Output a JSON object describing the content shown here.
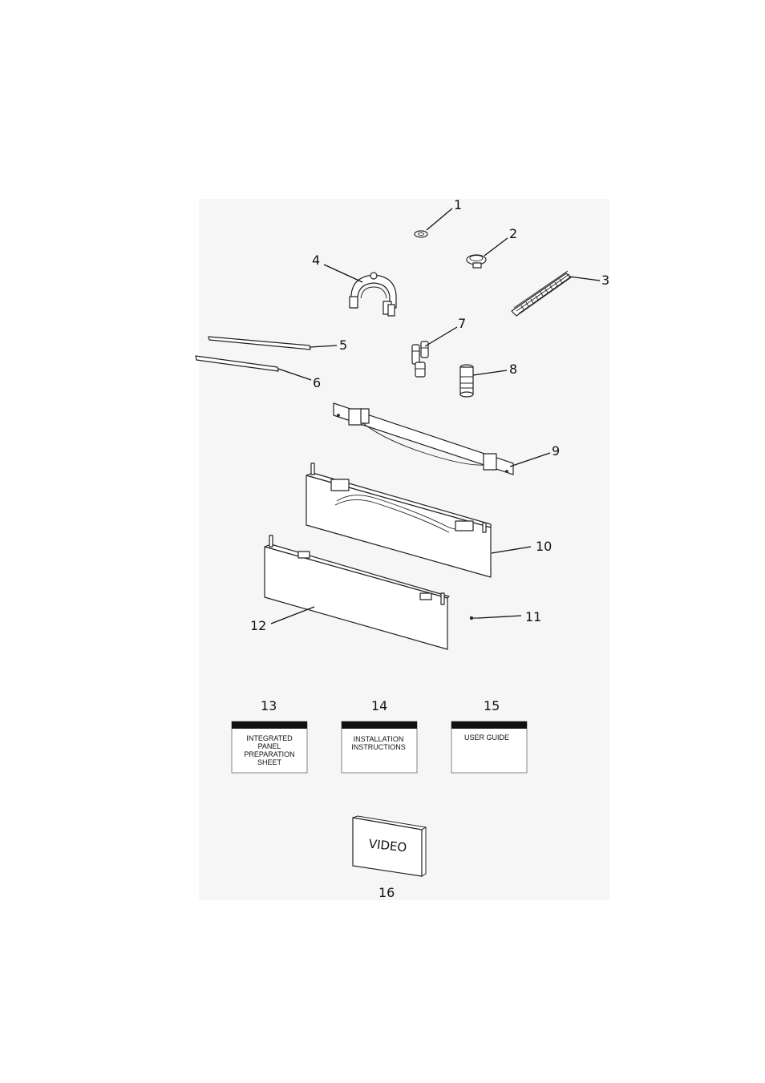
{
  "callouts": {
    "n1": "1",
    "n2": "2",
    "n3": "3",
    "n4": "4",
    "n5": "5",
    "n6": "6",
    "n7": "7",
    "n8": "8",
    "n9": "9",
    "n10": "10",
    "n11": "11",
    "n12": "12",
    "n13": "13",
    "n14": "14",
    "n15": "15",
    "n16": "16"
  },
  "booklets": {
    "b13": [
      "INTEGRATED",
      "PANEL",
      "PREPARATION",
      "SHEET"
    ],
    "b14": [
      "INSTALLATION",
      "INSTRUCTIONS"
    ],
    "b15": [
      "USER GUIDE"
    ]
  },
  "video": {
    "label": "VIDEO"
  }
}
